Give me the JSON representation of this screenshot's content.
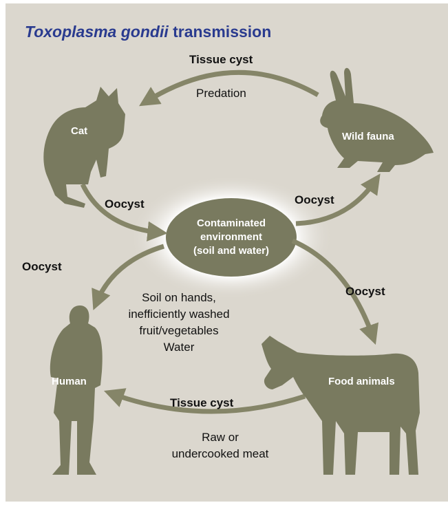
{
  "title": {
    "species": "Toxoplasma gondii",
    "rest": "transmission"
  },
  "nodes": {
    "cat": "Cat",
    "wild_fauna": "Wild fauna",
    "human": "Human",
    "food_animals": "Food animals",
    "environment": [
      "Contaminated",
      "environment",
      "(soil and water)"
    ]
  },
  "edges": {
    "predation": {
      "stage": "Tissue cyst",
      "route": "Predation"
    },
    "cat_to_environment": {
      "stage": "Oocyst"
    },
    "environment_to_wild_fauna": {
      "stage": "Oocyst"
    },
    "environment_to_human": {
      "stage": "Oocyst",
      "route": [
        "Soil on hands,",
        "inefficiently washed",
        "fruit/vegetables",
        "Water"
      ]
    },
    "environment_to_food_animals": {
      "stage": "Oocyst"
    },
    "food_animals_to_human": {
      "stage": "Tissue cyst",
      "route": [
        "Raw or",
        "undercooked meat"
      ]
    }
  },
  "colors": {
    "background": "#dbd7ce",
    "silhouette": "#797a5f",
    "arrow": "#858568",
    "title": "#2a3b8f"
  }
}
